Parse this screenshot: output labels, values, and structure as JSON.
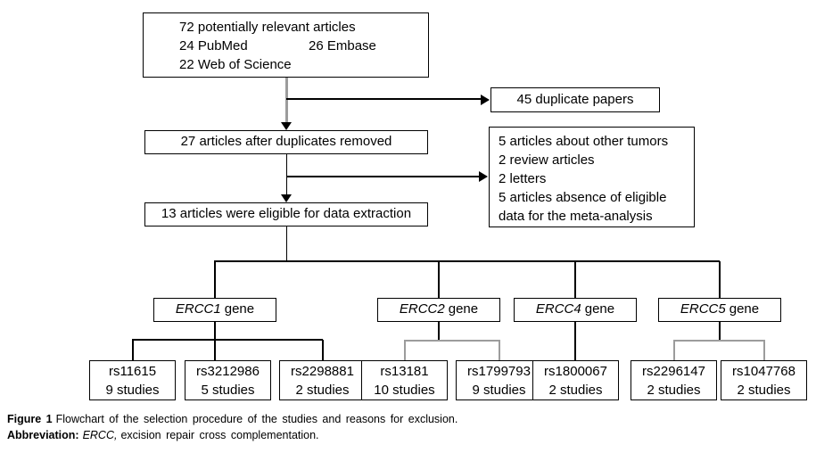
{
  "colors": {
    "line_black": "#000000",
    "line_gray": "#9c9c9c",
    "box_border": "#000000",
    "background": "#ffffff"
  },
  "flowchart": {
    "identification": {
      "total": "72 potentially relevant articles",
      "pubmed": "24 PubMed",
      "embase": "26 Embase",
      "web_of_science": "22 Web of Science"
    },
    "duplicates": "45 duplicate papers",
    "after_duplicates": "27 articles after duplicates removed",
    "exclusions": [
      "5 articles about other tumors",
      "2 review articles",
      "2 letters",
      "5 articles absence of eligible data for the meta-analysis"
    ],
    "eligible": "13 articles were eligible for data extraction",
    "genes": [
      {
        "name": "ERCC1",
        "label": "gene",
        "snps": [
          {
            "id": "rs11615",
            "studies": "9 studies"
          },
          {
            "id": "rs3212986",
            "studies": "5 studies"
          },
          {
            "id": "rs2298881",
            "studies": "2 studies"
          }
        ]
      },
      {
        "name": "ERCC2",
        "label": "gene",
        "snps": [
          {
            "id": "rs13181",
            "studies": "10 studies"
          },
          {
            "id": "rs1799793",
            "studies": "9 studies"
          }
        ]
      },
      {
        "name": "ERCC4",
        "label": "gene",
        "snps": [
          {
            "id": "rs1800067",
            "studies": "2 studies"
          }
        ]
      },
      {
        "name": "ERCC5",
        "label": "gene",
        "snps": [
          {
            "id": "rs2296147",
            "studies": "2 studies"
          },
          {
            "id": "rs1047768",
            "studies": "2 studies"
          }
        ]
      }
    ]
  },
  "caption": {
    "figure_label": "Figure 1",
    "figure_text": "Flowchart of the selection procedure of the studies and reasons for exclusion.",
    "abbreviation_label": "Abbreviation:",
    "abbreviation_gene": "ERCC,",
    "abbreviation_text": "excision repair cross complementation."
  }
}
